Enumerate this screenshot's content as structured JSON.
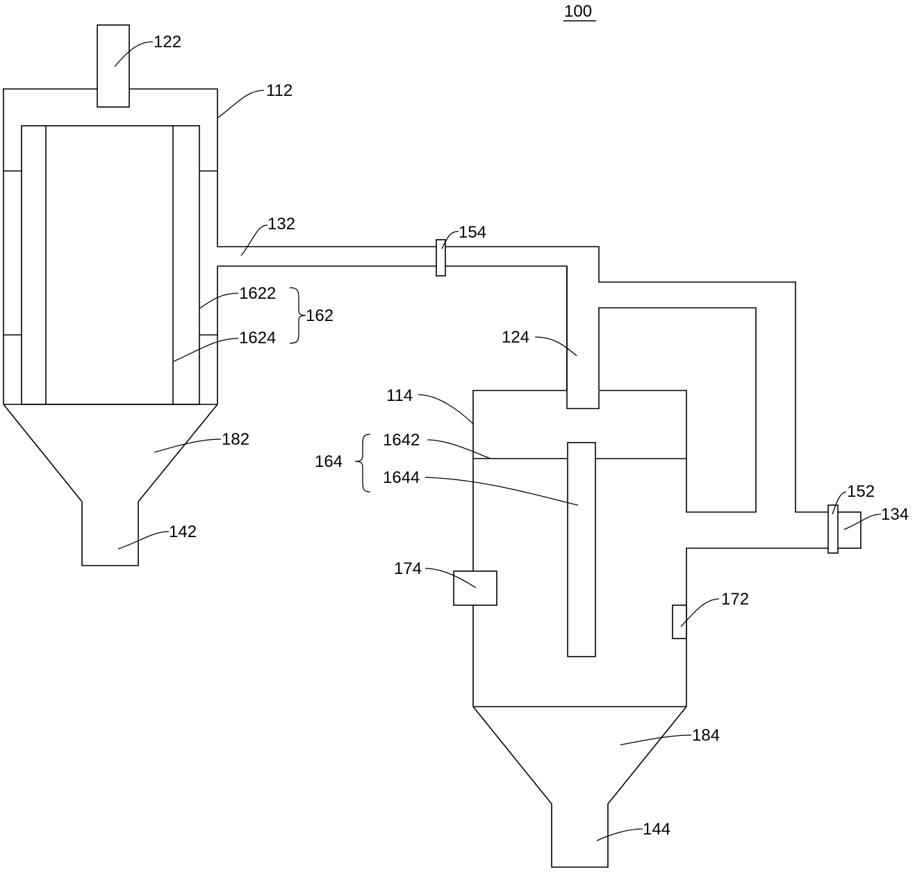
{
  "figure_number": "100",
  "labels": {
    "l122": "122",
    "l112": "112",
    "l132": "132",
    "l154": "154",
    "l1622": "1622",
    "l162": "162",
    "l1624": "1624",
    "l124": "124",
    "l114": "114",
    "l1642": "1642",
    "l164": "164",
    "l1644": "1644",
    "l182": "182",
    "l142": "142",
    "l152": "152",
    "l134": "134",
    "l174": "174",
    "l172": "172",
    "l184": "184",
    "l144": "144"
  }
}
